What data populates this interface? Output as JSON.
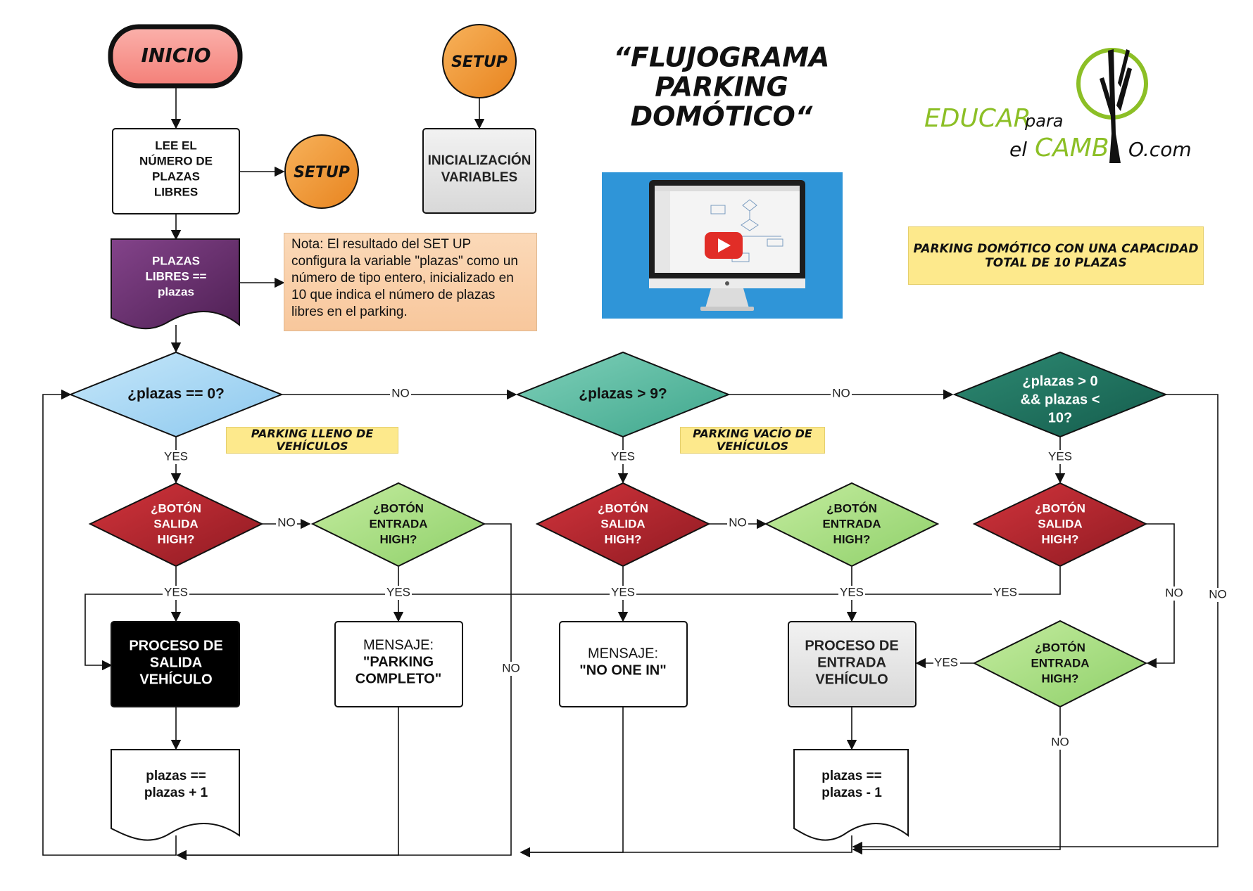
{
  "title": {
    "line1": "“FLUJOGRAMA",
    "line2": "PARKING",
    "line3": "DOMÓTICO“"
  },
  "logo": {
    "word1": "EDUCAR",
    "word2": "para",
    "word3": "el",
    "word4": "CAMB",
    "word5": "O.com"
  },
  "nodes": {
    "inicio": "INICIO",
    "setup_top": "SETUP",
    "setup_mid": "SETUP",
    "lee": [
      "LEE EL",
      "NÚMERO DE",
      "PLAZAS",
      "LIBRES"
    ],
    "init": [
      "INICIALIZACIÓN",
      "VARIABLES"
    ],
    "plazas_libres": [
      "PLAZAS",
      "LIBRES ==",
      "plazas"
    ],
    "d1": "¿plazas == 0?",
    "d2": "¿plazas > 9?",
    "d3": [
      "¿plazas > 0",
      "&& plazas <",
      "10?"
    ],
    "salida1": [
      "¿BOTÓN",
      "SALIDA",
      "HIGH?"
    ],
    "entrada1": [
      "¿BOTÓN",
      "ENTRADA",
      "HIGH?"
    ],
    "salida2": [
      "¿BOTÓN",
      "SALIDA",
      "HIGH?"
    ],
    "entrada2": [
      "¿BOTÓN",
      "ENTRADA",
      "HIGH?"
    ],
    "salida3": [
      "¿BOTÓN",
      "SALIDA",
      "HIGH?"
    ],
    "entrada3": [
      "¿BOTÓN",
      "ENTRADA",
      "HIGH?"
    ],
    "proc_salida": [
      "PROCESO DE",
      "SALIDA",
      "VEHÍCULO"
    ],
    "msg_completo": [
      "MENSAJE:",
      "\"PARKING",
      "COMPLETO\""
    ],
    "msg_noone": [
      "MENSAJE:",
      "\"NO ONE IN\""
    ],
    "proc_entrada": [
      "PROCESO DE",
      "ENTRADA",
      "VEHÍCULO"
    ],
    "plus": [
      "plazas ==",
      "plazas + 1"
    ],
    "minus": [
      "plazas ==",
      "plazas - 1"
    ]
  },
  "labels": {
    "yes": "YES",
    "no": "NO"
  },
  "note": "Nota: El resultado del SET UP configura la variable \"plazas\" como un número de tipo entero, inicializado en 10 que indica el número de plazas libres en el parking.",
  "stickies": {
    "capacity": [
      "PARKING DOMÓTICO CON UNA CAPACIDAD",
      "TOTAL DE 10 PLAZAS"
    ],
    "lleno": [
      "PARKING LLENO DE",
      "VEHÍCULOS"
    ],
    "vacio": [
      "PARKING VACÍO DE",
      "VEHÍCULOS"
    ]
  },
  "colors": {
    "inicio": "#f89a94",
    "setup": "#f29a3a",
    "purple": "#6b2f6e",
    "light_blue": "#a9d8f3",
    "teal": "#5fbfa6",
    "dark_teal": "#1f6e5d",
    "red": "#b5242e",
    "green": "#a8dd86",
    "video_bg": "#2f95d8",
    "logo_green": "#8cbf26"
  }
}
